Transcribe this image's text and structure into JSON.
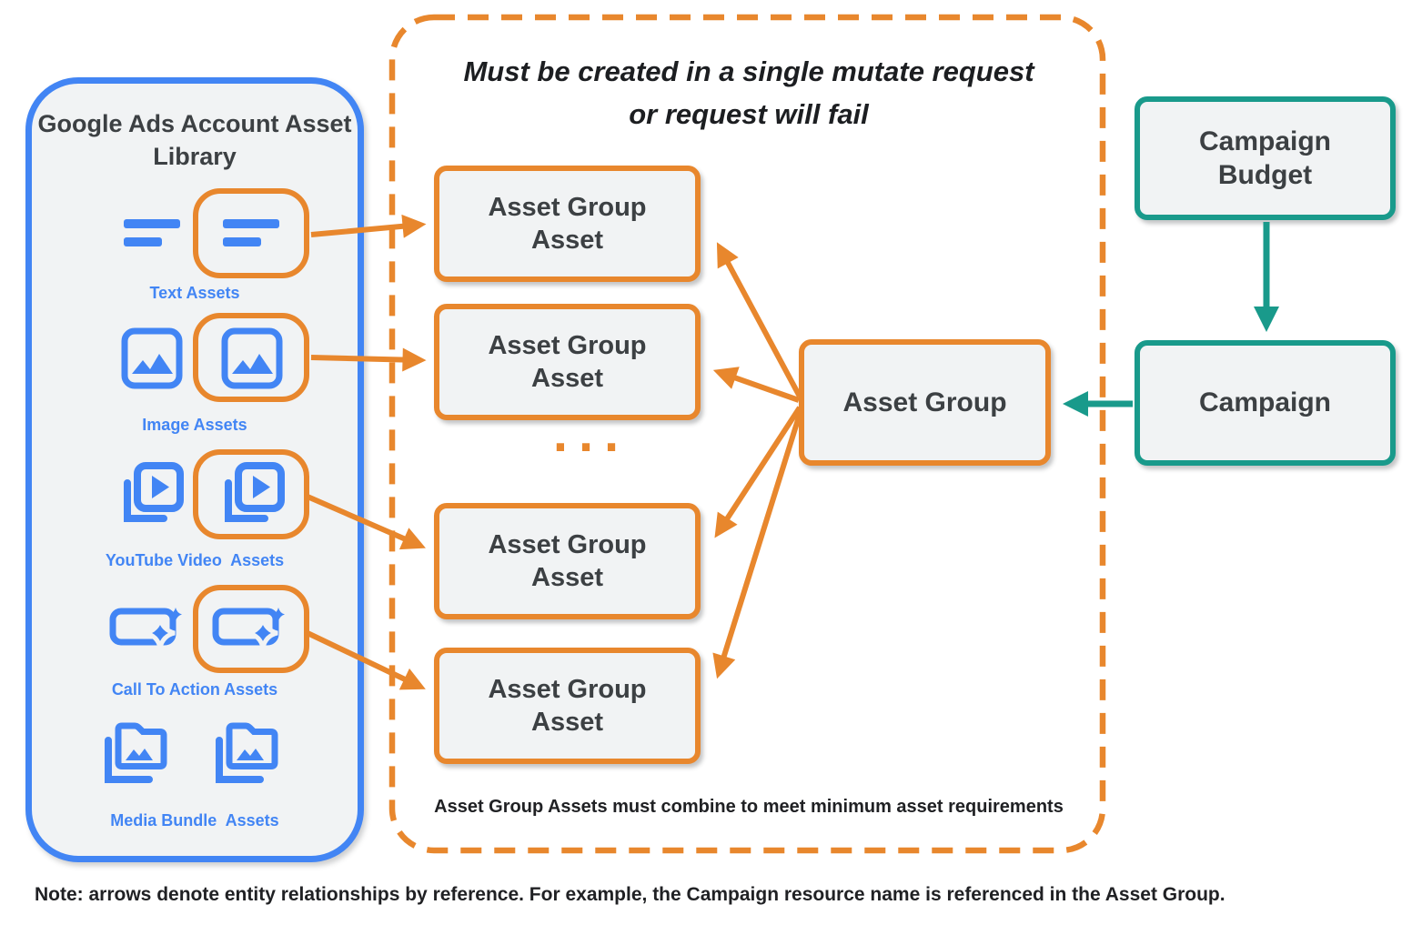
{
  "colors": {
    "blue": "#4285f4",
    "orange": "#e8872d",
    "teal": "#199a8b",
    "node_fill": "#f1f3f4",
    "text_dark": "#3c4043"
  },
  "library": {
    "title": "Google Ads Account Asset Library",
    "items": [
      {
        "icon": "text-asset-icon",
        "label": "Text Assets",
        "highlighted": true
      },
      {
        "icon": "image-asset-icon",
        "label": "Image Assets",
        "highlighted": true
      },
      {
        "icon": "youtube-video-asset-icon",
        "label": "YouTube Video  Assets",
        "highlighted": true
      },
      {
        "icon": "call-to-action-asset-icon",
        "label": "Call To Action Assets",
        "highlighted": true
      },
      {
        "icon": "media-bundle-asset-icon",
        "label": "Media Bundle  Assets",
        "highlighted": false
      }
    ]
  },
  "mutate_group": {
    "title_line1": "Must be created in a single mutate request",
    "title_line2": "or request will fail",
    "boxes": [
      "Asset Group Asset",
      "Asset Group Asset",
      "Asset Group Asset",
      "Asset Group Asset"
    ],
    "ellipsis": "...",
    "footnote": "Asset Group Assets must combine to meet minimum asset requirements"
  },
  "asset_group": {
    "label": "Asset Group"
  },
  "campaign_budget": {
    "label": "Campaign Budget"
  },
  "campaign": {
    "label": "Campaign"
  },
  "note": "Note: arrows denote entity relationships by reference. For example, the Campaign resource name is referenced in the Asset Group."
}
